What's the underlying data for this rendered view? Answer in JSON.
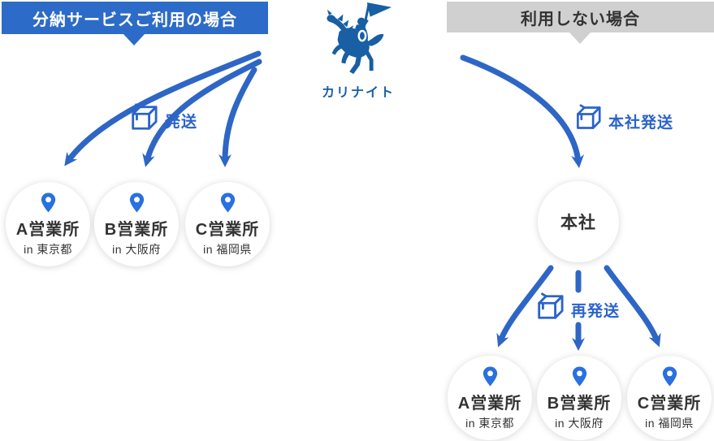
{
  "colors": {
    "banner_blue": "#2d6bc8",
    "banner_gray": "#d0d0d0",
    "arrow_blue": "#2e66c6",
    "icon_blue": "#2b63cb",
    "pin_blue": "#2970e0",
    "mascot_blue": "#185fa4",
    "text_dark": "#333333"
  },
  "left_section": {
    "banner_label": "分納サービスご利用の場合",
    "ship_label": "発送",
    "offices": [
      {
        "name": "A営業所",
        "location": "in 東京都"
      },
      {
        "name": "B営業所",
        "location": "in 大阪府"
      },
      {
        "name": "C営業所",
        "location": "in 福岡県"
      }
    ]
  },
  "mascot": {
    "name": "カリナイト"
  },
  "right_section": {
    "banner_label": "利用しない場合",
    "hq_ship_label": "本社発送",
    "headquarters_label": "本社",
    "reship_label": "再発送",
    "offices": [
      {
        "name": "A営業所",
        "location": "in 東京都"
      },
      {
        "name": "B営業所",
        "location": "in 大阪府"
      },
      {
        "name": "C営業所",
        "location": "in 福岡県"
      }
    ]
  }
}
